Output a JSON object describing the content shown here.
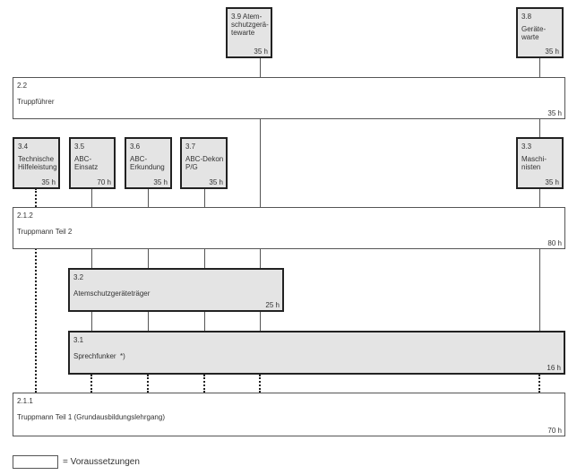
{
  "boxes": {
    "b39": {
      "num": "3.9 Atem-",
      "title": "schutzgerä-\ntewarte",
      "hours": "35 h"
    },
    "b38": {
      "num": "3.8",
      "title": "Geräte-\nwarte",
      "hours": "35 h"
    },
    "b22": {
      "num": "2.2",
      "title": "Truppführer",
      "hours": "35 h"
    },
    "b34": {
      "num": "3.4",
      "title": "Technische\nHilfeleistung",
      "hours": "35 h"
    },
    "b35": {
      "num": "3.5",
      "title": "ABC-\nEinsatz",
      "hours": "70 h"
    },
    "b36": {
      "num": "3.6",
      "title": "ABC-\nErkundung",
      "hours": "35 h"
    },
    "b37": {
      "num": "3.7",
      "title": "ABC-Dekon\nP/G",
      "hours": "35 h"
    },
    "b33": {
      "num": "3.3",
      "title": "Maschi-\nnisten",
      "hours": "35 h"
    },
    "b212": {
      "num": "2.1.2",
      "title": "Truppmann Teil 2",
      "hours": "80 h"
    },
    "b32": {
      "num": "3.2",
      "title": "Atemschutzgeräteträger",
      "hours": "25 h"
    },
    "b31": {
      "num": "3.1",
      "title": "Sprechfunker  *)",
      "hours": "16 h"
    },
    "b211": {
      "num": "2.1.1",
      "title": "Truppmann Teil 1 (Grundausbildungslehrgang)",
      "hours": "70 h"
    }
  },
  "legend": {
    "label": "= Voraussetzungen"
  }
}
